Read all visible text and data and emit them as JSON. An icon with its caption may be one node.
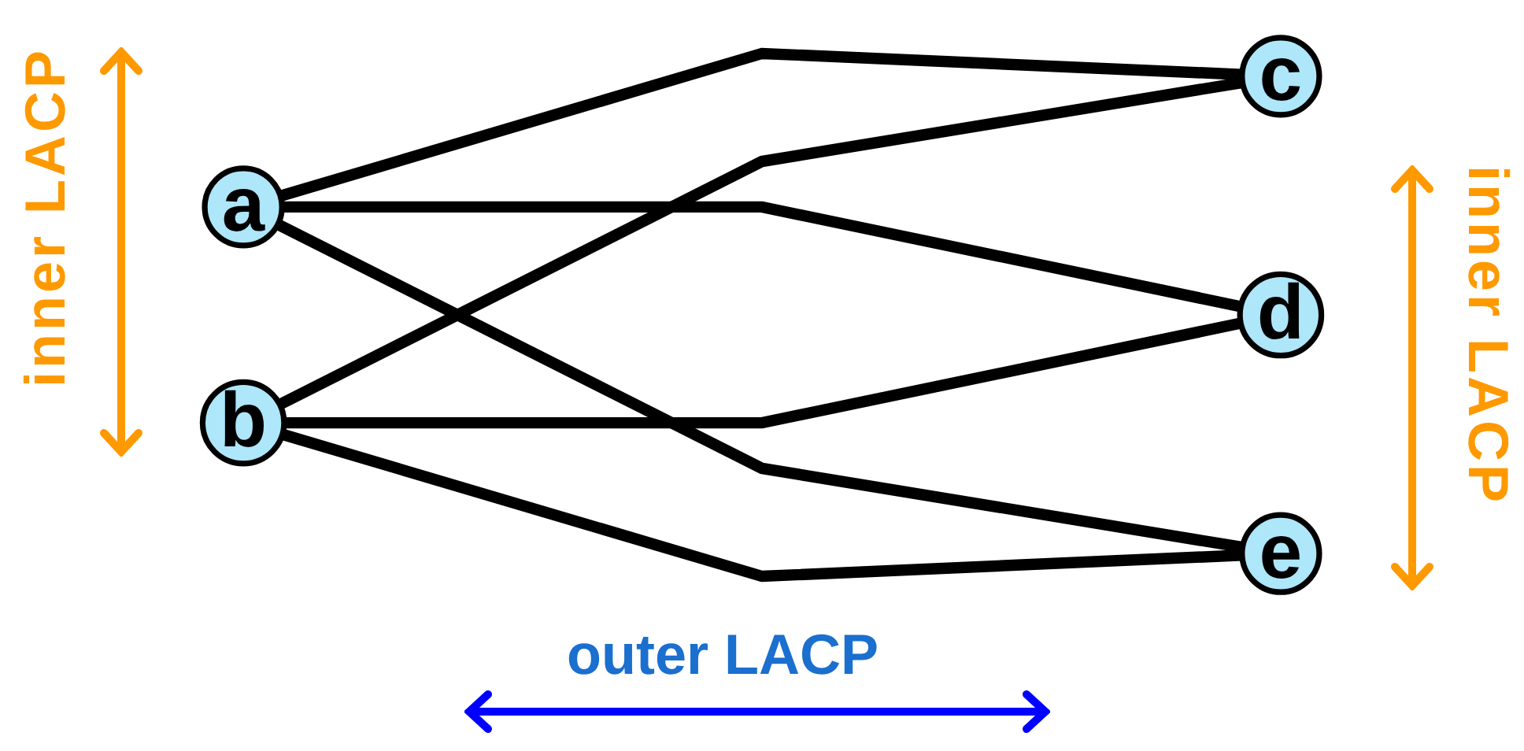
{
  "diagram": {
    "nodes": [
      {
        "text": [
          "a"
        ]
      },
      {
        "text": [
          "b"
        ]
      },
      {
        "text": [
          "c"
        ]
      },
      {
        "text": [
          "d"
        ]
      },
      {
        "text": [
          "e"
        ]
      }
    ],
    "edges": [
      {
        "from": 0,
        "to": 2,
        "arrow": "none"
      },
      {
        "from": 0,
        "to": 3,
        "arrow": "none"
      },
      {
        "from": 0,
        "to": 4,
        "arrow": "none"
      },
      {
        "from": 1,
        "to": 2,
        "arrow": "none"
      },
      {
        "from": 1,
        "to": 3,
        "arrow": "none"
      },
      {
        "from": 1,
        "to": 4,
        "arrow": "none"
      }
    ],
    "labels": [
      "inner LACP",
      "inner LACP",
      "outer LACP"
    ]
  }
}
